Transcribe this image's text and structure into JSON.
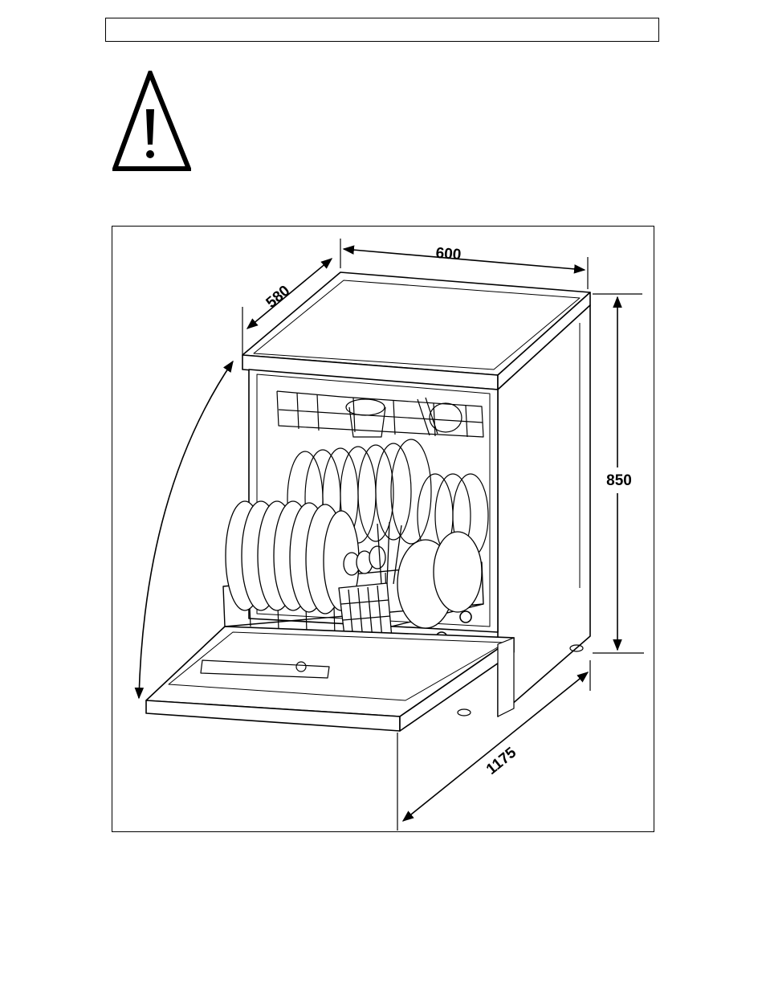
{
  "dimensions": {
    "width": "600",
    "depth": "580",
    "height": "850",
    "depth_door_open": "1175"
  },
  "icons": {
    "warning": "warning-triangle-icon",
    "appliance": "dishwasher-icon"
  }
}
